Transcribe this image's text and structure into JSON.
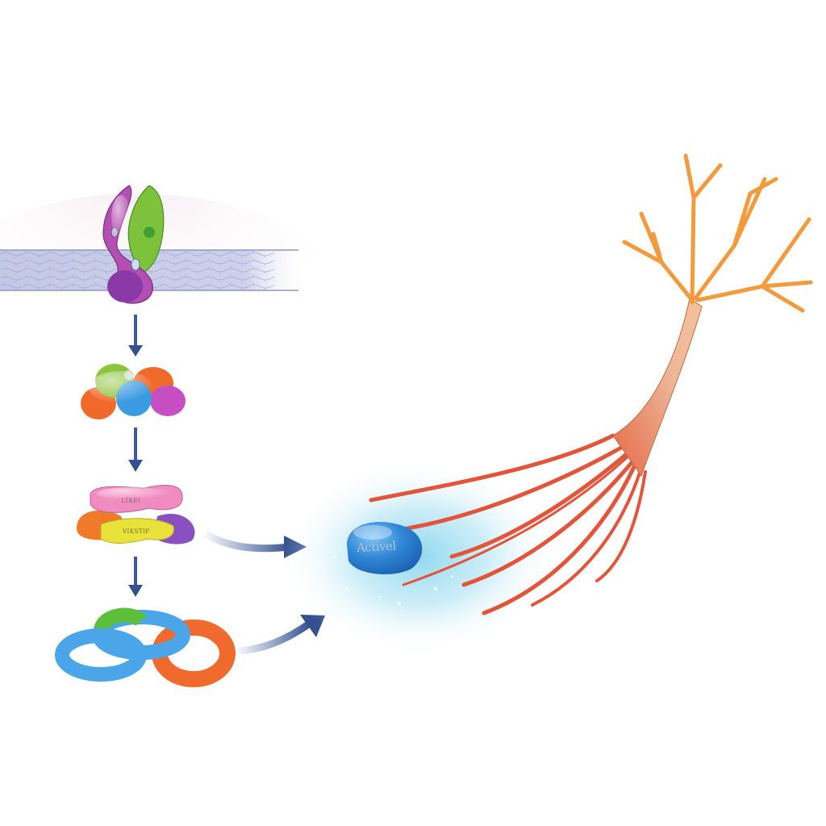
{
  "diagram": {
    "type": "signaling-pathway-illustration",
    "background": "#ffffff",
    "membrane": {
      "color": "#c9cde6",
      "line_color": "#8e96c9"
    },
    "receptor": {
      "name": "transmembrane receptor dimer",
      "subunit_colors": [
        "#b34fb3",
        "#7ec23c"
      ]
    },
    "steps": [
      {
        "id": "receptor",
        "label": "",
        "colors": [
          "#b34fb3",
          "#7ec23c"
        ]
      },
      {
        "id": "protein-cluster",
        "label": "",
        "colors": [
          "#8cc43c",
          "#f0682a",
          "#3a9be0",
          "#c54fc2"
        ]
      },
      {
        "id": "protein-stack",
        "labels": {
          "top": "LTKEI",
          "middle": "VIKSTIP"
        },
        "colors": [
          "#f18cc0",
          "#f07a2a",
          "#e9e23a",
          "#8a4fc2"
        ]
      },
      {
        "id": "ring-complex",
        "label": "",
        "colors": [
          "#4aa6e8",
          "#5cbf3a",
          "#f06a2e"
        ]
      }
    ],
    "arrows": {
      "color": "#3f5a9a",
      "vertical_count": 3,
      "curved_count": 2
    },
    "target": {
      "molecule_label": "Activel",
      "molecule_color": "#2f86d6",
      "glow_color": "#9fdcf0"
    },
    "neuron": {
      "name": "nerve cell with dendrites",
      "dendrite_color": "#f39a3c",
      "axon_color": "#eebb9c",
      "fiber_color": "#e2553a"
    }
  }
}
